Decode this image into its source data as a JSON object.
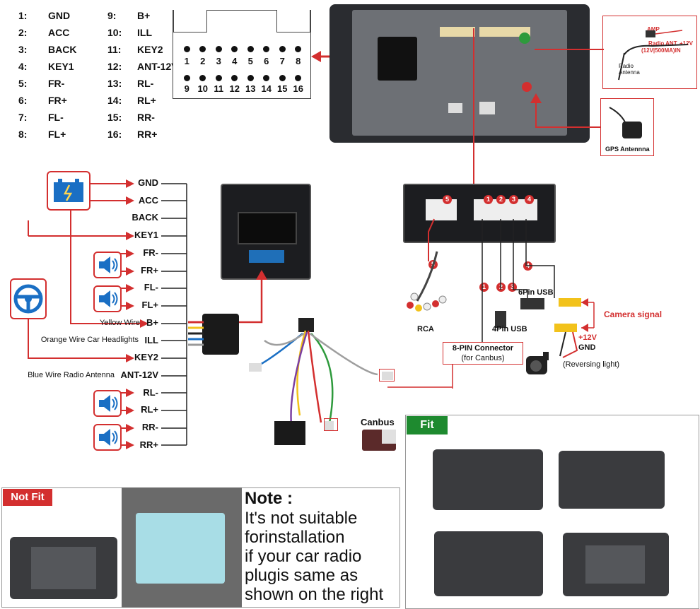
{
  "pin_list_left": [
    {
      "num": "1:",
      "name": "GND"
    },
    {
      "num": "2:",
      "name": "ACC"
    },
    {
      "num": "3:",
      "name": "BACK"
    },
    {
      "num": "4:",
      "name": "KEY1"
    },
    {
      "num": "5:",
      "name": "FR-"
    },
    {
      "num": "6:",
      "name": "FR+"
    },
    {
      "num": "7:",
      "name": "FL-"
    },
    {
      "num": "8:",
      "name": "FL+"
    }
  ],
  "pin_list_right": [
    {
      "num": "9:",
      "name": "B+"
    },
    {
      "num": "10:",
      "name": "ILL"
    },
    {
      "num": "11:",
      "name": "KEY2"
    },
    {
      "num": "12:",
      "name": "ANT-12V"
    },
    {
      "num": "13:",
      "name": "RL-"
    },
    {
      "num": "14:",
      "name": "RL+"
    },
    {
      "num": "15:",
      "name": "RR-"
    },
    {
      "num": "16:",
      "name": "RR+"
    }
  ],
  "connector_top_pins": [
    "1",
    "2",
    "3",
    "4",
    "5",
    "6",
    "7",
    "8"
  ],
  "connector_bottom_pins": [
    "9",
    "10",
    "11",
    "12",
    "13",
    "14",
    "15",
    "16"
  ],
  "antenna": {
    "amp": "AMP",
    "radio_ant": "Radio ANT",
    "radio_ant_spec": "(12V|500MA)IN",
    "plus12": "+12V",
    "radio_antenna": "Radio\nAntenna"
  },
  "gps_label": "GPS Antennna",
  "wire_labels": [
    "GND",
    "ACC",
    "BACK",
    "KEY1",
    "FR-",
    "FR+",
    "FL-",
    "FL+",
    "B+",
    "ILL",
    "KEY2",
    "ANT-12V",
    "RL-",
    "RL+",
    "RR-",
    "RR+"
  ],
  "wire_notes": {
    "yellow": "Yellow Wire",
    "orange": "Orange Wire Car Headlights",
    "blue": "Blue Wire Radio Antenna"
  },
  "harness": {
    "connector_numbers": [
      "5",
      "1",
      "2",
      "3",
      "4"
    ],
    "rca": "RCA",
    "usb4": "4Pin USB",
    "usb6": "6Pin USB",
    "canbus_connector": "8-PIN Connector",
    "canbus_connector_sub": "(for Canbus)",
    "canbus": "Canbus",
    "camera_signal": "Camera signal",
    "cam_12v": "+12V",
    "cam_gnd": "GND",
    "reversing": "(Reversing light)"
  },
  "fit": {
    "tag": "Fit"
  },
  "not_fit": {
    "tag": "Not Fit",
    "note_title": "Note :",
    "note_lines": [
      "It's not suitable",
      "forinstallation",
      "if your car radio",
      "plugis same as",
      "shown on the right"
    ]
  },
  "colors": {
    "accent_red": "#d32f2f",
    "fit_green": "#1e8a2f",
    "icon_blue": "#1a6fc4"
  }
}
